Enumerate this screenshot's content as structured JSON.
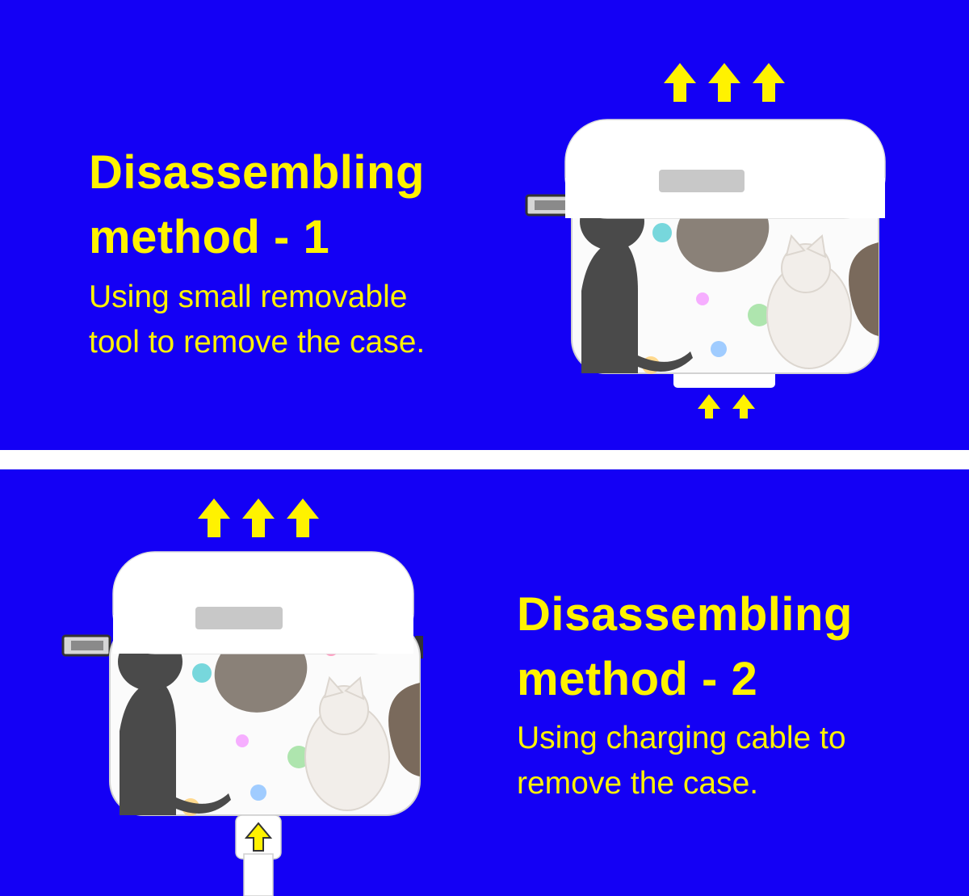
{
  "colors": {
    "background": "#1400f5",
    "accent_text": "#fff200",
    "divider": "#ffffff",
    "case_white": "#ffffff",
    "case_gray": "#c8c8c8",
    "cat_dark": "#4a4a4a",
    "cat_tabby": "#8a8178",
    "cat_white": "#f2eeea"
  },
  "icons": {
    "lift_arrow": "arrow-up-icon",
    "clip": "keyring-clip-icon"
  },
  "method1": {
    "title_line1": "Disassembling",
    "title_line2": "method - 1",
    "desc_line1": "Using small removable",
    "desc_line2": "tool to remove the case."
  },
  "method2": {
    "title_line1": "Disassembling",
    "title_line2": "method - 2",
    "desc_line1": "Using charging cable to",
    "desc_line2": "remove the case."
  }
}
